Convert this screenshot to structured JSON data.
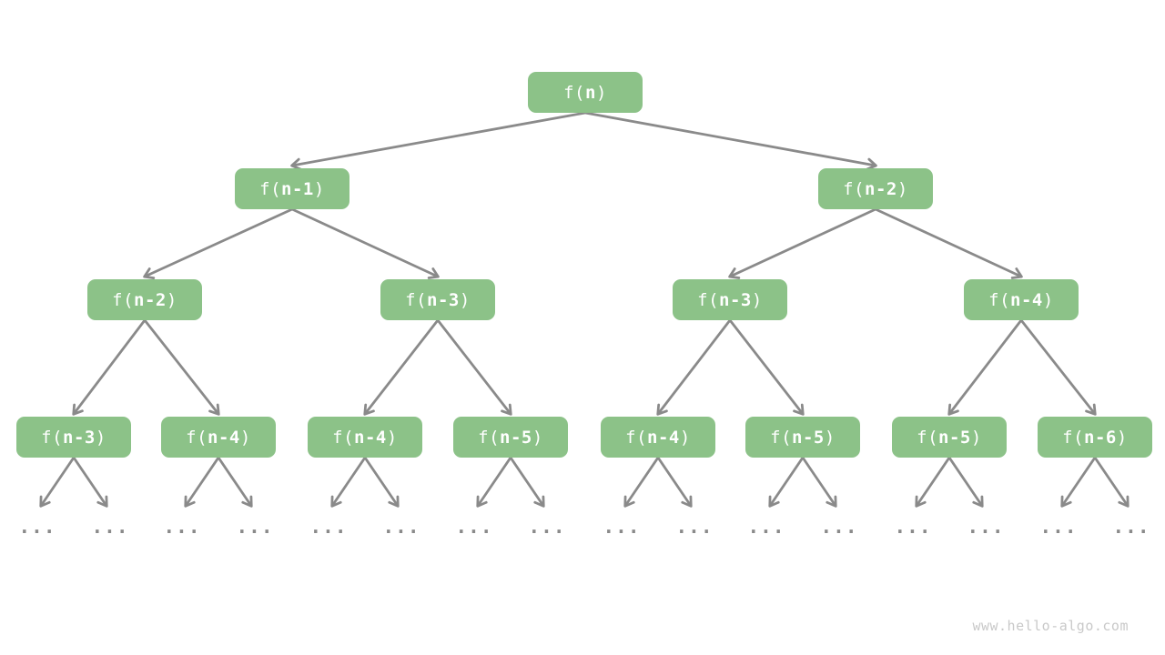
{
  "colors": {
    "node_fill": "#8cc288",
    "node_text": "#ffffff",
    "arrow": "#8a8a8a",
    "ellipsis": "#8a8a8a",
    "watermark": "#c9c9c9",
    "background": "#ffffff"
  },
  "tree": {
    "nodes": [
      {
        "level": 0,
        "label": {
          "pre": "f(",
          "bold": "n",
          "post": ")"
        }
      },
      {
        "level": 1,
        "label": {
          "pre": "f(",
          "bold": "n-1",
          "post": ")"
        }
      },
      {
        "level": 1,
        "label": {
          "pre": "f(",
          "bold": "n-2",
          "post": ")"
        }
      },
      {
        "level": 2,
        "label": {
          "pre": "f(",
          "bold": "n-2",
          "post": ")"
        }
      },
      {
        "level": 2,
        "label": {
          "pre": "f(",
          "bold": "n-3",
          "post": ")"
        }
      },
      {
        "level": 2,
        "label": {
          "pre": "f(",
          "bold": "n-3",
          "post": ")"
        }
      },
      {
        "level": 2,
        "label": {
          "pre": "f(",
          "bold": "n-4",
          "post": ")"
        }
      },
      {
        "level": 3,
        "label": {
          "pre": "f(",
          "bold": "n-3",
          "post": ")"
        }
      },
      {
        "level": 3,
        "label": {
          "pre": "f(",
          "bold": "n-4",
          "post": ")"
        }
      },
      {
        "level": 3,
        "label": {
          "pre": "f(",
          "bold": "n-4",
          "post": ")"
        }
      },
      {
        "level": 3,
        "label": {
          "pre": "f(",
          "bold": "n-5",
          "post": ")"
        }
      },
      {
        "level": 3,
        "label": {
          "pre": "f(",
          "bold": "n-4",
          "post": ")"
        }
      },
      {
        "level": 3,
        "label": {
          "pre": "f(",
          "bold": "n-5",
          "post": ")"
        }
      },
      {
        "level": 3,
        "label": {
          "pre": "f(",
          "bold": "n-5",
          "post": ")"
        }
      },
      {
        "level": 3,
        "label": {
          "pre": "f(",
          "bold": "n-6",
          "post": ")"
        }
      }
    ],
    "ellipsis_label": "..."
  },
  "footer": {
    "watermark": "www.hello-algo.com"
  }
}
